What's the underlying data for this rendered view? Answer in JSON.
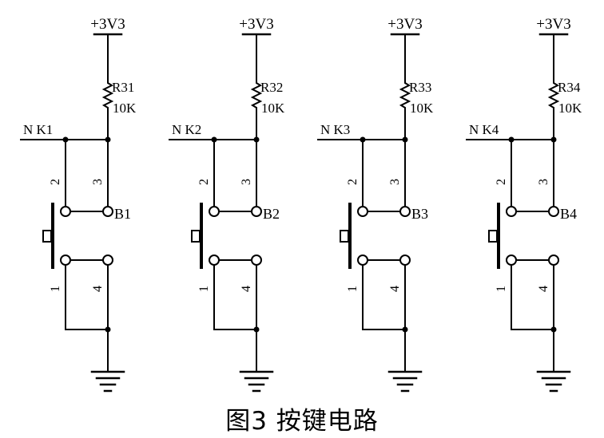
{
  "caption": "图3 按键电路",
  "circuits": [
    {
      "supply": "+3V3",
      "ref": "R31",
      "value": "10K",
      "net": "N K1",
      "pin_tl": "2",
      "pin_tr": "3",
      "pin_bl": "1",
      "pin_br": "4",
      "out": "B1"
    },
    {
      "supply": "+3V3",
      "ref": "R32",
      "value": "10K",
      "net": "N K2",
      "pin_tl": "2",
      "pin_tr": "3",
      "pin_bl": "1",
      "pin_br": "4",
      "out": "B2"
    },
    {
      "supply": "+3V3",
      "ref": "R33",
      "value": "10K",
      "net": "N K3",
      "pin_tl": "2",
      "pin_tr": "3",
      "pin_bl": "1",
      "pin_br": "4",
      "out": "B3"
    },
    {
      "supply": "+3V3",
      "ref": "R34",
      "value": "10K",
      "net": "N K4",
      "pin_tl": "2",
      "pin_tr": "3",
      "pin_bl": "1",
      "pin_br": "4",
      "out": "B4"
    }
  ]
}
